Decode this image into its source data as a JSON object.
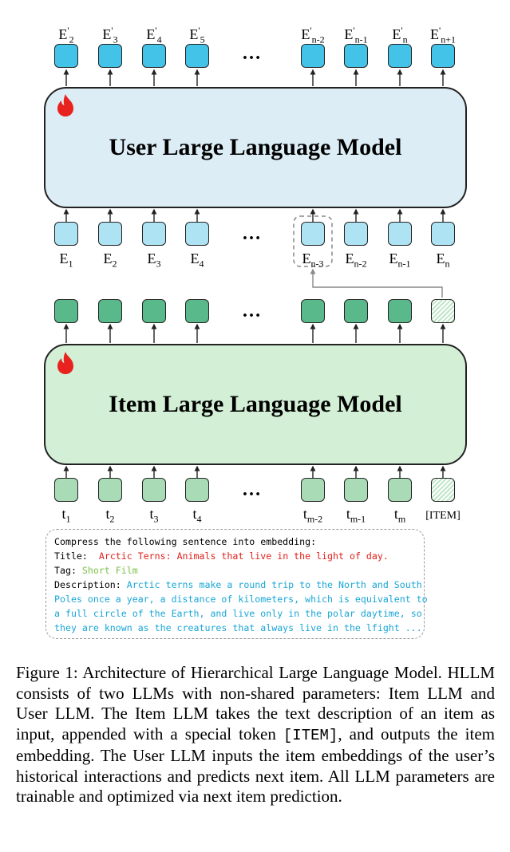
{
  "user_model": {
    "title": "User Large Language Model"
  },
  "item_model": {
    "title": "Item Large Language Model"
  },
  "top_outputs": [
    {
      "base": "E",
      "sup": "'",
      "sub": "2"
    },
    {
      "base": "E",
      "sup": "'",
      "sub": "3"
    },
    {
      "base": "E",
      "sup": "'",
      "sub": "4"
    },
    {
      "base": "E",
      "sup": "'",
      "sub": "5"
    },
    {
      "base": "E",
      "sup": "'",
      "sub": "n-2"
    },
    {
      "base": "E",
      "sup": "'",
      "sub": "n-1"
    },
    {
      "base": "E",
      "sup": "'",
      "sub": "n"
    },
    {
      "base": "E",
      "sup": "'",
      "sub": "n+1"
    }
  ],
  "user_inputs": [
    {
      "base": "E",
      "sub": "1"
    },
    {
      "base": "E",
      "sub": "2"
    },
    {
      "base": "E",
      "sub": "3"
    },
    {
      "base": "E",
      "sub": "4"
    },
    {
      "base": "E",
      "sub": "n-3"
    },
    {
      "base": "E",
      "sub": "n-2"
    },
    {
      "base": "E",
      "sub": "n-1"
    },
    {
      "base": "E",
      "sub": "n"
    }
  ],
  "item_inputs": [
    {
      "base": "t",
      "sub": "1"
    },
    {
      "base": "t",
      "sub": "2"
    },
    {
      "base": "t",
      "sub": "3"
    },
    {
      "base": "t",
      "sub": "4"
    },
    {
      "base": "t",
      "sub": "m-2"
    },
    {
      "base": "t",
      "sub": "m-1"
    },
    {
      "base": "t",
      "sub": "m"
    },
    {
      "base": "[ITEM]",
      "sub": ""
    }
  ],
  "ellipsis": "…",
  "prompt": {
    "instruction": "Compress the following sentence into embedding:",
    "title_key": "Title:",
    "title_value": "Arctic Terns: Animals that live in the light of day.",
    "tag_key": "Tag:",
    "tag_value": "Short Film",
    "description_key": "Description:",
    "description_lines": [
      "Arctic terns make a round trip to the North and South",
      "Poles once a year, a distance of kilometers, which is equivalent to",
      "a full circle of the Earth, and live only in the polar daytime, so",
      "they are known as the creatures that always live in the lfight ..."
    ]
  },
  "caption": {
    "part1": "Figure 1: Architecture of Hierarchical Large Language Model. HLLM consists of two LLMs with non-shared parameters: Item LLM and User LLM. The Item LLM takes the text description of an item as input, appended with a special token ",
    "token": "[ITEM]",
    "part2": ", and outputs the item embedding. The User LLM inputs the item embeddings of the user’s historical interactions and predicts next item. All LLM parameters are trainable and optimized via next item prediction."
  },
  "colors": {
    "user_box": "#dcedf6",
    "item_box": "#d3efd6",
    "flame": "#e8231f",
    "token_blue": "#43c3e8",
    "token_blue_light": "#aee3f3",
    "token_green": "#5ab98a",
    "token_green_light": "#a9dbb6"
  }
}
